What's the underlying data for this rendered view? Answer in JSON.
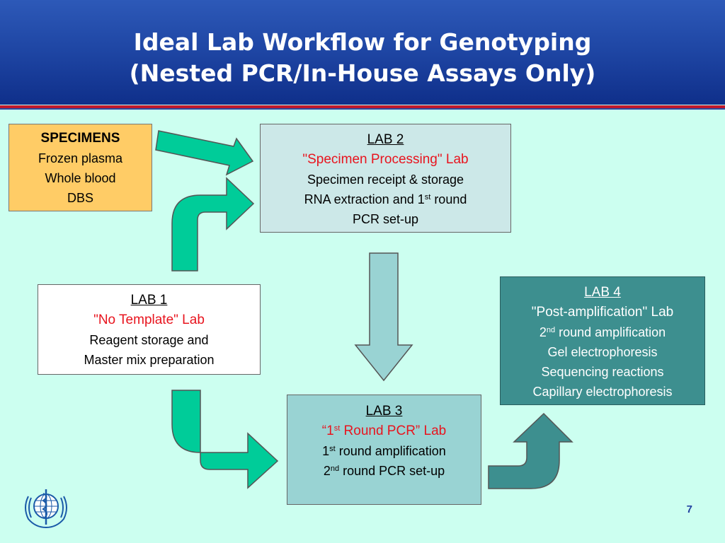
{
  "header": {
    "title_line1": "Ideal Lab Workflow for Genotyping",
    "title_line2": "(Nested PCR/In-House Assays Only)"
  },
  "specimens": {
    "heading": "SPECIMENS",
    "lines": [
      "Frozen plasma",
      "Whole blood",
      "DBS"
    ]
  },
  "lab2": {
    "heading": "LAB 2",
    "name": "\"Specimen Processing\" Lab",
    "line1": "Specimen receipt & storage",
    "line2_pre": "RNA extraction and 1",
    "line2_sup": "st",
    "line2_post": " round",
    "line3": "PCR set-up"
  },
  "lab1": {
    "heading": "LAB 1",
    "name": "\"No Template\" Lab",
    "line1": "Reagent storage and",
    "line2": "Master mix preparation"
  },
  "lab3": {
    "heading": "LAB 3",
    "name_pre": "“1",
    "name_sup": "st",
    "name_post": " Round PCR” Lab",
    "line1_pre": "1",
    "line1_sup": "st",
    "line1_post": " round amplification",
    "line2_pre": "2",
    "line2_sup": "nd",
    "line2_post": " round PCR set-up"
  },
  "lab4": {
    "heading": "LAB 4",
    "name": "\"Post-amplification\" Lab",
    "line1_pre": "2",
    "line1_sup": "nd",
    "line1_post": " round amplification",
    "line2": "Gel electrophoresis",
    "line3": "Sequencing reactions",
    "line4": "Capillary electrophoresis"
  },
  "footer": {
    "page_number": "7",
    "logo_icon": "who-emblem-icon"
  },
  "colors": {
    "arrow_green": "#00cc99",
    "arrow_light": "#99d3d3",
    "arrow_teal": "#3d8f8f",
    "specimen_box": "#ffcc66",
    "lab_label_red": "#e8141e"
  }
}
